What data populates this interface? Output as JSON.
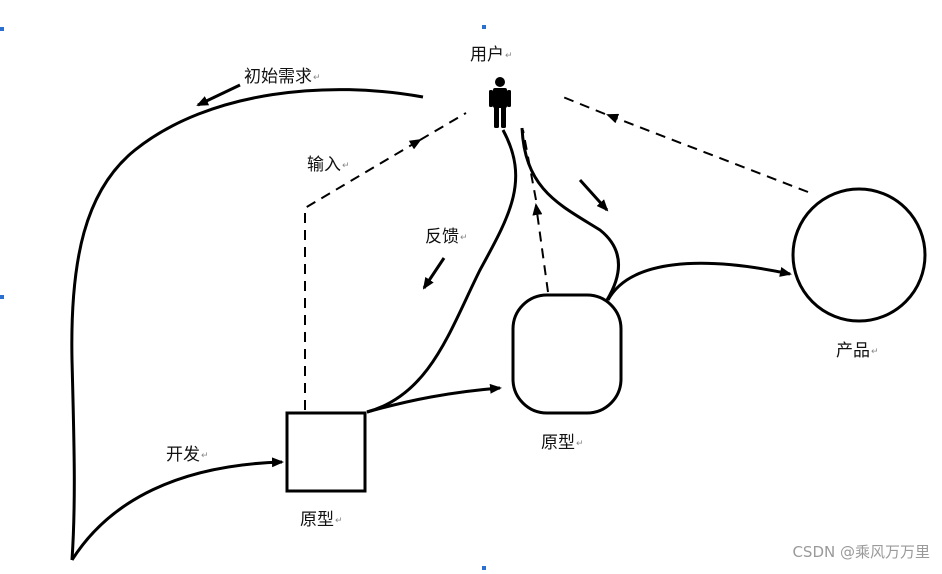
{
  "labels": {
    "user": "用户",
    "initial_requirements": "初始需求",
    "input": "输入",
    "feedback": "反馈",
    "develop": "开发",
    "prototype_square": "原型",
    "prototype_rounded": "原型",
    "product": "产品"
  },
  "return_mark": "↵",
  "watermark": "CSDN @乘风万万里"
}
